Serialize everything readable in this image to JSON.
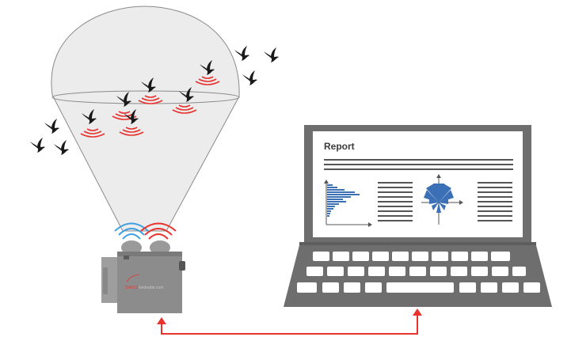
{
  "report": {
    "title": "Report"
  },
  "radar": {
    "brand_prefix": "SWISS",
    "brand_suffix": "-birdradar.com"
  },
  "colors": {
    "beam_fill": "#ebebeb",
    "beam_stroke": "#8a8a8a",
    "echo_red": "#e8322e",
    "signal_blue": "#3ea0e0",
    "device_gray": "#8c8c8c",
    "laptop_gray": "#6e6e6e",
    "screen_bg": "#ffffff",
    "histogram_blue": "#3b6fb6",
    "link_red": "#e8322e",
    "bird_black": "#1a1a1a"
  }
}
